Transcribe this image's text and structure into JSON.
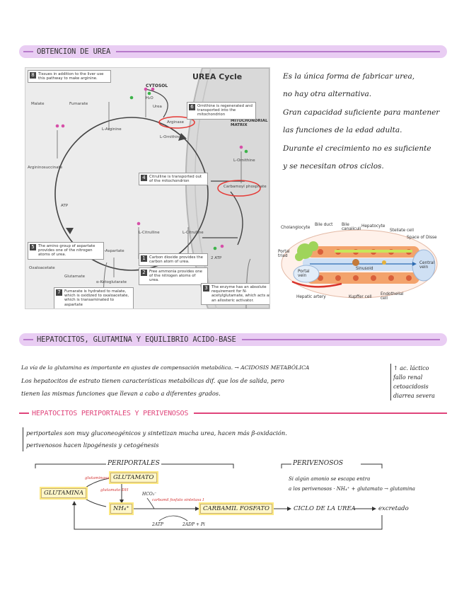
{
  "sections": {
    "urea": "OBTENCION DE UREA",
    "hepat": "HEPATOCITOS, GLUTAMINA Y EQUILIBRIO ACIDO-BASE",
    "periportal": "HEPATOCITOS PERIPORTALES Y PERIVENOSOS"
  },
  "urea_notes": [
    "Es la única forma de fabricar urea,",
    "no hay otra alternativa.",
    "Gran capacidad suficiente para mantener",
    "las funciones de la edad adulta.",
    "Durante el crecimiento no es suficiente",
    "y se necesitan otros ciclos."
  ],
  "urea_figure": {
    "title": "UREA Cycle",
    "cytosol": "CYTOSOL",
    "matrix": "MITOCHONDRIAL MATRIX",
    "steps": [
      {
        "n": "8",
        "text": "Tissues in addition to the liver use this pathway to make arginine."
      },
      {
        "n": "6",
        "text": "Ornithine is regenerated and transported into the mitochondrion"
      },
      {
        "n": "4",
        "text": "Citrulline is transported out of the mitochondrion"
      },
      {
        "n": "5",
        "text": "The amino group of aspartate provides one of the nitrogen atoms of urea."
      },
      {
        "n": "1",
        "text": "Carbon dioxide provides the carbon atom of urea."
      },
      {
        "n": "2",
        "text": "Free ammonia provides one of the nitrogen atoms of urea."
      },
      {
        "n": "7",
        "text": "Fumarate is hydrated to malate, which is oxidized to oxaloacetate, which is transaminated to aspartate"
      },
      {
        "n": "3",
        "text": "The enzyme has an absolute requirement for N-acetylglutamate, which acts as an allosteric activator."
      }
    ],
    "molecules": {
      "fumarate": "Fumarate",
      "malate": "Malate",
      "arginine": "L-Arginine",
      "argsucc": "Argininosuccinate",
      "urea": "Urea",
      "ornithine": "L-Ornithine",
      "citrulline": "L-Citrulline",
      "aspartate": "L-Aspartate",
      "oxaloacetate": "Oxaloacetate",
      "glutamate": "Glutamate",
      "akg": "α-Ketoglutarate",
      "carbphos": "Carbamoyl phosphate",
      "arginase": "Arginase",
      "atp2": "2 ATP",
      "atp": "ATP",
      "h2o": "H₂O"
    }
  },
  "liver_figure": {
    "labels": {
      "cholangiocyte": "Cholangiocyte",
      "bileduct": "Bile duct",
      "bilecan": "Bile canaliculi",
      "hepatocyte": "Hepatocyte",
      "stellate": "Stellate cell",
      "disse": "Space of Disse",
      "portaltriad": "Portal triad",
      "portalvein": "Portal vein",
      "sinusoid": "Sinusoid",
      "centralvein": "Central vein",
      "hepartery": "Hepatic artery",
      "kupffer": "Kupffer cell",
      "endothelial": "Endothelial cell"
    }
  },
  "hepat_text": [
    "La vía de la glutamina es importante en ajustes de compensación metabólica. → ACIDOSIS METABÓLICA",
    "Los hepatocitos de estrato tienen características metabólicas dif. que los de salida, pero",
    "tienen las mismas funciones que llevan a cabo a diferentes grados."
  ],
  "acidosis_list": [
    "↑ ac. láctico",
    "fallo renal",
    "cetoacidosis",
    "diarrea severa"
  ],
  "peri_text": [
    "periportales son muy gluconeogénicos y sintetizan mucha urea, hacen más β-oxidación.",
    "perivenosos hacen lipogénesis y cetogénesis"
  ],
  "diagram": {
    "periportales": "PERIPORTALES",
    "perivenosos": "PERIVENOSOS",
    "glutamina": "GLUTAMINA",
    "glutamato": "GLUTAMATO",
    "nh4": "NH₄⁺",
    "carbamil": "CARBAMIL FOSFATO",
    "ciclo": "CICLO DE LA UREA",
    "excretado": "excretado",
    "glutaminasa": "glutaminasa",
    "glutamato_dh": "glutamato DH",
    "enzima": "carbamil fosfato sintetasa I",
    "hco3": "HCO₃⁻",
    "atp": "2ATP",
    "adp": "2ADP + Pi",
    "perinote1": "Si algún amonio se escapa entra",
    "perinote2": "a los perivenosos · NH₄⁺ + glutamato → glutamina"
  }
}
